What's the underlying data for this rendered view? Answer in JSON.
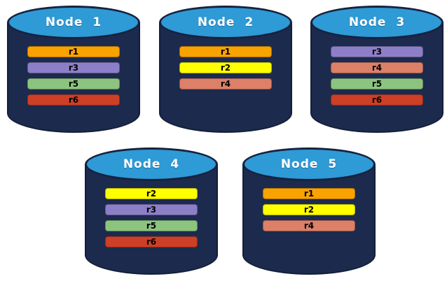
{
  "page": {
    "background": "#ffffff"
  },
  "colors": {
    "cylinder_body": "#1C2A4D",
    "cylinder_outline": "#131E3A",
    "cylinder_top": "#2E9AD6",
    "cylinder_top_border": "#16223F",
    "title_text": "#FFFFFF",
    "bar_text": "#000000"
  },
  "replica_colors": {
    "r1": "#F9A300",
    "r2": "#FFFF00",
    "r3": "#8D7FC7",
    "r4": "#DD8068",
    "r5": "#8CC47F",
    "r6": "#CB4027"
  },
  "nodes": [
    {
      "label": "Node 1",
      "replicas": [
        "r1",
        "r3",
        "r5",
        "r6"
      ]
    },
    {
      "label": "Node 2",
      "replicas": [
        "r1",
        "r2",
        "r4"
      ]
    },
    {
      "label": "Node 3",
      "replicas": [
        "r3",
        "r4",
        "r5",
        "r6"
      ]
    },
    {
      "label": "Node 4",
      "replicas": [
        "r2",
        "r3",
        "r5",
        "r6"
      ]
    },
    {
      "label": "Node 5",
      "replicas": [
        "r1",
        "r2",
        "r4"
      ]
    }
  ]
}
